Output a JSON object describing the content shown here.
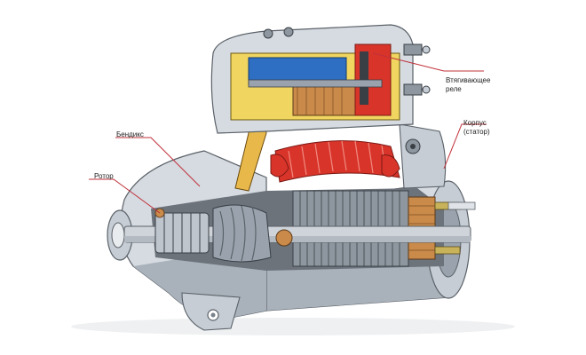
{
  "labels": {
    "bendix": "Бендикс",
    "rotor": "Ротор",
    "relay_line1": "Втягивающее",
    "relay_line2": "реле",
    "housing_line1": "Корпус",
    "housing_line2": "(статор)"
  },
  "colors": {
    "leader": "#c0303a",
    "housing": "#d6dbe1",
    "housing_shade": "#a9b1ba",
    "relay_yellow": "#f0d560",
    "coil_red": "#d9342a",
    "copper": "#c98a4a",
    "shaft": "#cfd4da",
    "blue": "#2e6fc4",
    "dark": "#3a3f46"
  }
}
